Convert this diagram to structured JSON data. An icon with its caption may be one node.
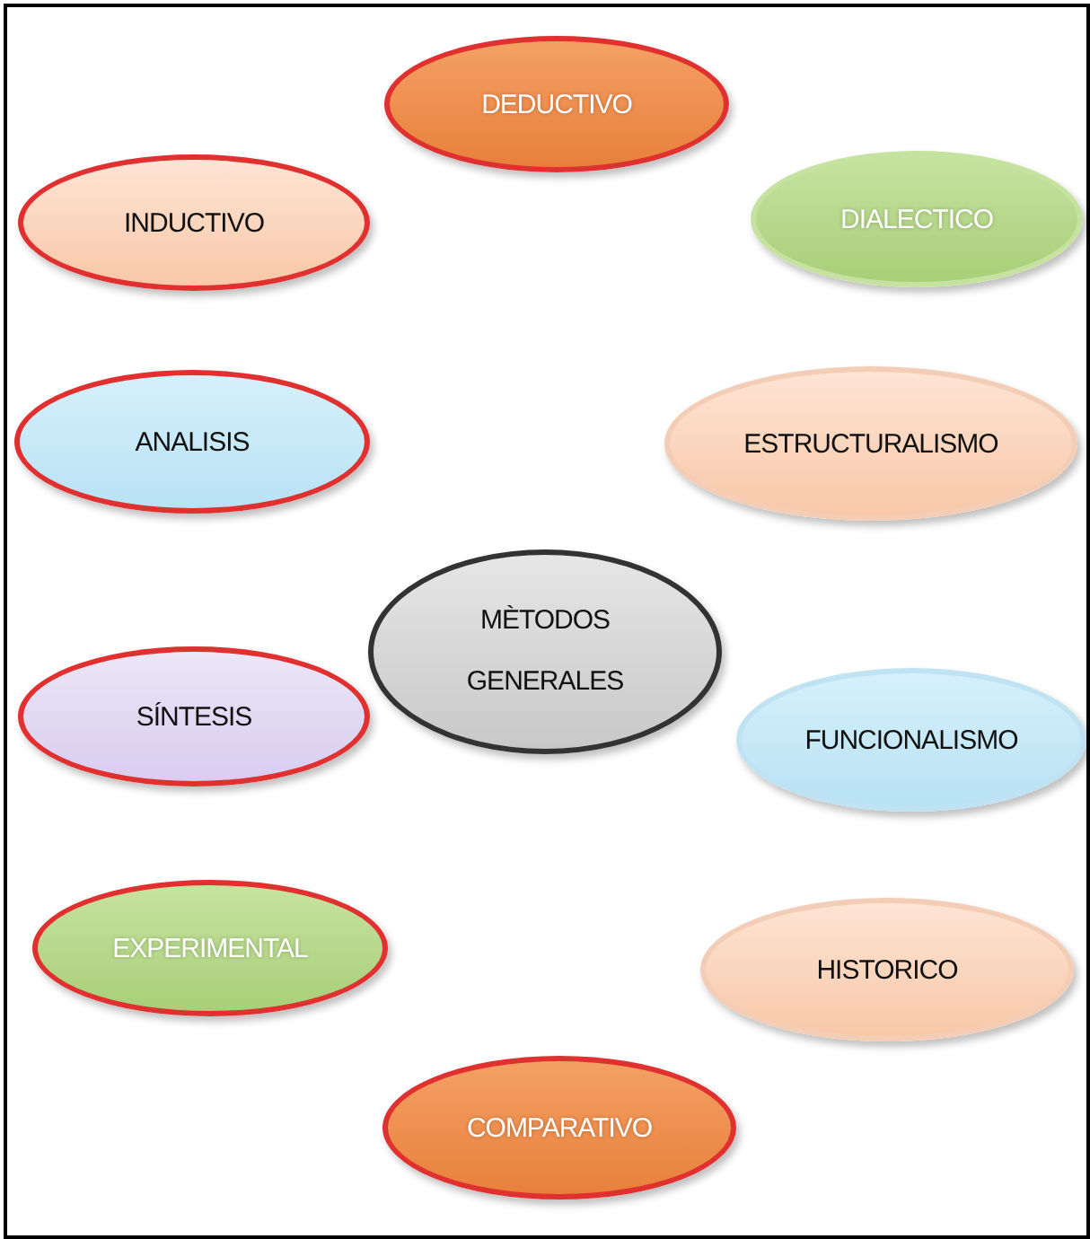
{
  "diagram": {
    "nodes": [
      {
        "text": [
          "DEDUCTIVO"
        ]
      },
      {
        "text": [
          "INDUCTIVO"
        ]
      },
      {
        "text": [
          "DIALECTICO"
        ]
      },
      {
        "text": [
          "ANALISIS"
        ]
      },
      {
        "text": [
          "ESTRUCTURALISMO"
        ]
      },
      {
        "text": [
          "MÈTODOS GENERALES"
        ]
      },
      {
        "text": [
          "SÍNTESIS"
        ]
      },
      {
        "text": [
          "FUNCIONALISMO"
        ]
      },
      {
        "text": [
          "EXPERIMENTAL"
        ]
      },
      {
        "text": [
          "HISTORICO"
        ]
      },
      {
        "text": [
          "COMPARATIVO"
        ]
      }
    ]
  }
}
